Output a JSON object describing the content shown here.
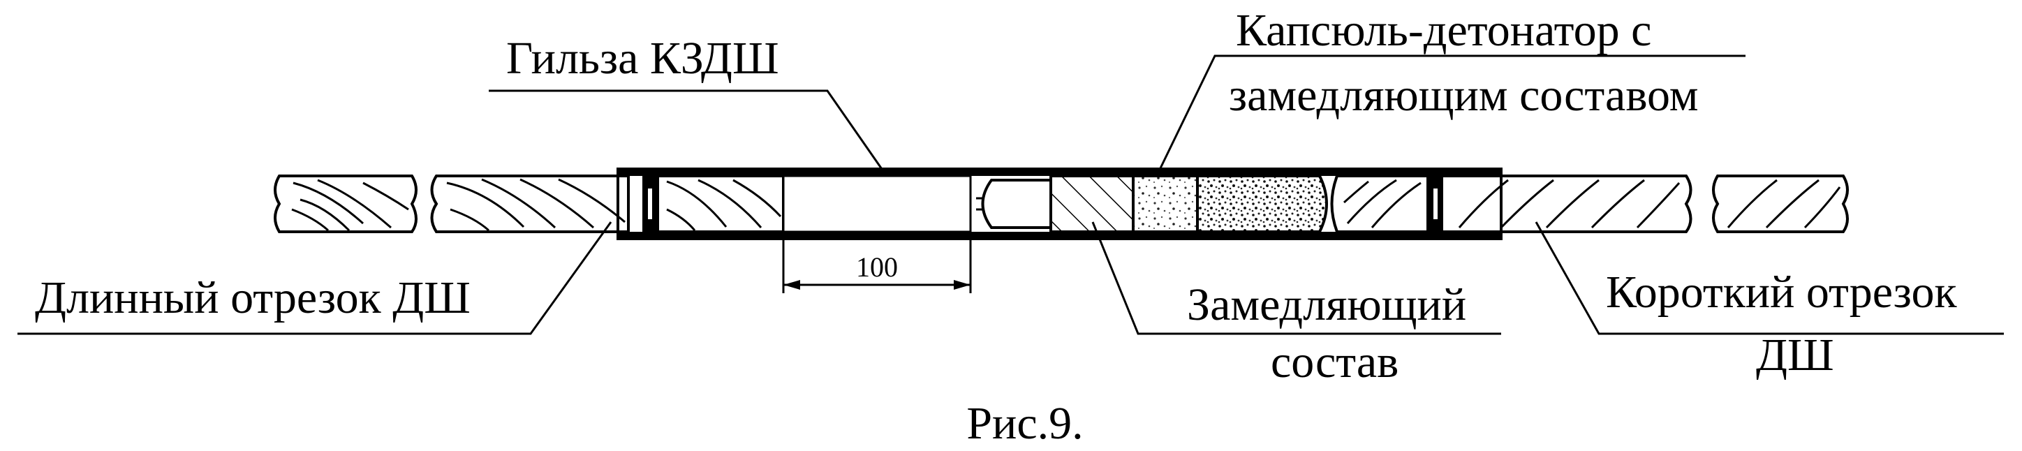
{
  "labels": {
    "sleeve": "Гильза КЗДШ",
    "detonator_line1": "Капсюль-детонатор с",
    "detonator_line2": "замедляющим составом",
    "long_segment": "Длинный отрезок ДШ",
    "delay_line1": "Замедляющий",
    "delay_line2": "состав",
    "short_line1": "Короткий отрезок",
    "short_line2": "ДШ",
    "dimension": "100",
    "caption": "Рис.9."
  },
  "colors": {
    "ink": "#000000",
    "paper": "#ffffff"
  }
}
